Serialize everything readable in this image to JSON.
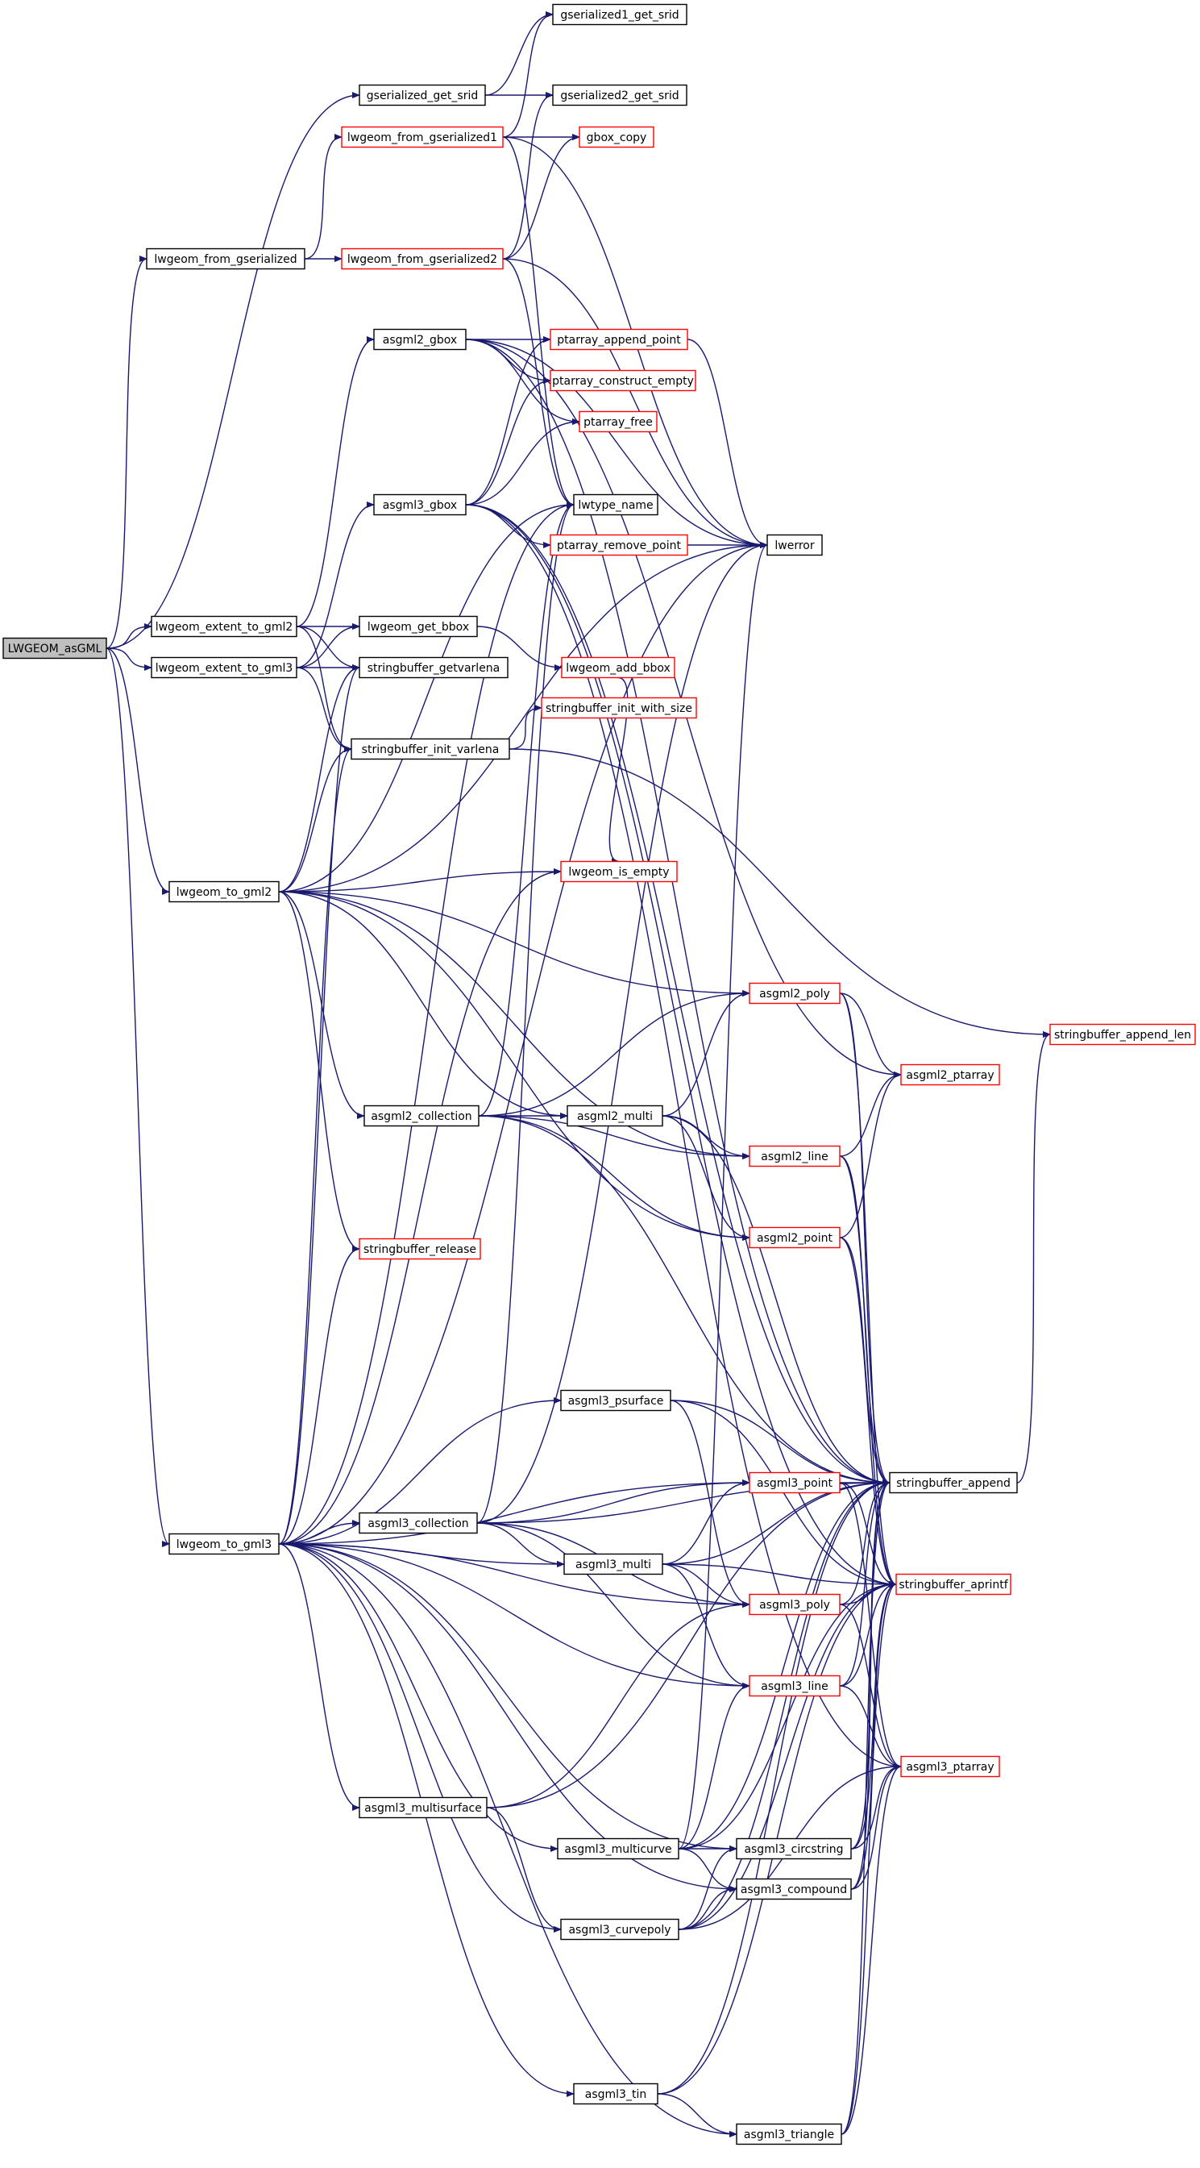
{
  "colors": {
    "edge": "#191970",
    "node_border": "#000000",
    "node_fill": "#ffffff",
    "linked_node_border": "#ff0000",
    "root_fill": "#bfbfbf"
  },
  "graph": {
    "nodes": [
      {
        "id": "lwgeom_asgml",
        "label": "LWGEOM_asGML",
        "style": "root"
      },
      {
        "id": "gserialized_get_srid",
        "label": "gserialized_get_srid",
        "style": "plain"
      },
      {
        "id": "gserialized1_get_srid",
        "label": "gserialized1_get_srid",
        "style": "plain"
      },
      {
        "id": "gserialized2_get_srid",
        "label": "gserialized2_get_srid",
        "style": "plain"
      },
      {
        "id": "lwgeom_from_gserialized1",
        "label": "lwgeom_from_gserialized1",
        "style": "linked"
      },
      {
        "id": "gbox_copy",
        "label": "gbox_copy",
        "style": "linked"
      },
      {
        "id": "lwgeom_from_gserialized",
        "label": "lwgeom_from_gserialized",
        "style": "plain"
      },
      {
        "id": "lwgeom_from_gserialized2",
        "label": "lwgeom_from_gserialized2",
        "style": "linked"
      },
      {
        "id": "asgml2_gbox",
        "label": "asgml2_gbox",
        "style": "plain"
      },
      {
        "id": "ptarray_append_point",
        "label": "ptarray_append_point",
        "style": "linked"
      },
      {
        "id": "ptarray_construct_empty",
        "label": "ptarray_construct_empty",
        "style": "linked"
      },
      {
        "id": "ptarray_free",
        "label": "ptarray_free",
        "style": "linked"
      },
      {
        "id": "asgml3_gbox",
        "label": "asgml3_gbox",
        "style": "plain"
      },
      {
        "id": "lwtype_name",
        "label": "lwtype_name",
        "style": "plain"
      },
      {
        "id": "ptarray_remove_point",
        "label": "ptarray_remove_point",
        "style": "linked"
      },
      {
        "id": "lwerror",
        "label": "lwerror",
        "style": "plain"
      },
      {
        "id": "lwgeom_extent_to_gml2",
        "label": "lwgeom_extent_to_gml2",
        "style": "plain"
      },
      {
        "id": "lwgeom_extent_to_gml3",
        "label": "lwgeom_extent_to_gml3",
        "style": "plain"
      },
      {
        "id": "lwgeom_get_bbox",
        "label": "lwgeom_get_bbox",
        "style": "plain"
      },
      {
        "id": "stringbuffer_getvarlena",
        "label": "stringbuffer_getvarlena",
        "style": "plain"
      },
      {
        "id": "lwgeom_add_bbox",
        "label": "lwgeom_add_bbox",
        "style": "linked"
      },
      {
        "id": "stringbuffer_init_with_size",
        "label": "stringbuffer_init_with_size",
        "style": "linked"
      },
      {
        "id": "stringbuffer_init_varlena",
        "label": "stringbuffer_init_varlena",
        "style": "plain"
      },
      {
        "id": "lwgeom_to_gml2",
        "label": "lwgeom_to_gml2",
        "style": "plain"
      },
      {
        "id": "lwgeom_is_empty",
        "label": "lwgeom_is_empty",
        "style": "linked"
      },
      {
        "id": "asgml2_poly",
        "label": "asgml2_poly",
        "style": "linked"
      },
      {
        "id": "stringbuffer_append_len",
        "label": "stringbuffer_append_len",
        "style": "linked"
      },
      {
        "id": "asgml2_ptarray",
        "label": "asgml2_ptarray",
        "style": "linked"
      },
      {
        "id": "asgml2_collection",
        "label": "asgml2_collection",
        "style": "plain"
      },
      {
        "id": "asgml2_multi",
        "label": "asgml2_multi",
        "style": "plain"
      },
      {
        "id": "asgml2_line",
        "label": "asgml2_line",
        "style": "linked"
      },
      {
        "id": "asgml2_point",
        "label": "asgml2_point",
        "style": "linked"
      },
      {
        "id": "stringbuffer_release",
        "label": "stringbuffer_release",
        "style": "linked"
      },
      {
        "id": "asgml3_psurface",
        "label": "asgml3_psurface",
        "style": "plain"
      },
      {
        "id": "stringbuffer_append",
        "label": "stringbuffer_append",
        "style": "plain"
      },
      {
        "id": "asgml3_point",
        "label": "asgml3_point",
        "style": "linked"
      },
      {
        "id": "lwgeom_to_gml3",
        "label": "lwgeom_to_gml3",
        "style": "plain"
      },
      {
        "id": "asgml3_collection",
        "label": "asgml3_collection",
        "style": "plain"
      },
      {
        "id": "stringbuffer_aprintf",
        "label": "stringbuffer_aprintf",
        "style": "linked"
      },
      {
        "id": "asgml3_multi",
        "label": "asgml3_multi",
        "style": "plain"
      },
      {
        "id": "asgml3_poly",
        "label": "asgml3_poly",
        "style": "linked"
      },
      {
        "id": "asgml3_line",
        "label": "asgml3_line",
        "style": "linked"
      },
      {
        "id": "asgml3_ptarray",
        "label": "asgml3_ptarray",
        "style": "linked"
      },
      {
        "id": "asgml3_multisurface",
        "label": "asgml3_multisurface",
        "style": "plain"
      },
      {
        "id": "asgml3_multicurve",
        "label": "asgml3_multicurve",
        "style": "plain"
      },
      {
        "id": "asgml3_circstring",
        "label": "asgml3_circstring",
        "style": "plain"
      },
      {
        "id": "asgml3_compound",
        "label": "asgml3_compound",
        "style": "plain"
      },
      {
        "id": "asgml3_curvepoly",
        "label": "asgml3_curvepoly",
        "style": "plain"
      },
      {
        "id": "asgml3_tin",
        "label": "asgml3_tin",
        "style": "plain"
      },
      {
        "id": "asgml3_triangle",
        "label": "asgml3_triangle",
        "style": "plain"
      }
    ],
    "edges": [
      [
        "lwgeom_asgml",
        "gserialized_get_srid"
      ],
      [
        "lwgeom_asgml",
        "lwgeom_from_gserialized"
      ],
      [
        "lwgeom_asgml",
        "lwgeom_extent_to_gml2"
      ],
      [
        "lwgeom_asgml",
        "lwgeom_extent_to_gml3"
      ],
      [
        "lwgeom_asgml",
        "lwgeom_to_gml2"
      ],
      [
        "lwgeom_asgml",
        "lwgeom_to_gml3"
      ],
      [
        "gserialized_get_srid",
        "gserialized1_get_srid"
      ],
      [
        "gserialized_get_srid",
        "gserialized2_get_srid"
      ],
      [
        "lwgeom_from_gserialized",
        "lwgeom_from_gserialized1"
      ],
      [
        "lwgeom_from_gserialized",
        "lwgeom_from_gserialized2"
      ],
      [
        "lwgeom_from_gserialized1",
        "gserialized1_get_srid"
      ],
      [
        "lwgeom_from_gserialized1",
        "gbox_copy"
      ],
      [
        "lwgeom_from_gserialized1",
        "lwtype_name"
      ],
      [
        "lwgeom_from_gserialized1",
        "lwerror"
      ],
      [
        "lwgeom_from_gserialized2",
        "gserialized2_get_srid"
      ],
      [
        "lwgeom_from_gserialized2",
        "gbox_copy"
      ],
      [
        "lwgeom_from_gserialized2",
        "lwtype_name"
      ],
      [
        "lwgeom_from_gserialized2",
        "lwerror"
      ],
      [
        "lwgeom_extent_to_gml2",
        "asgml2_gbox"
      ],
      [
        "lwgeom_extent_to_gml2",
        "lwgeom_get_bbox"
      ],
      [
        "lwgeom_extent_to_gml2",
        "stringbuffer_getvarlena"
      ],
      [
        "lwgeom_extent_to_gml2",
        "stringbuffer_init_varlena"
      ],
      [
        "lwgeom_extent_to_gml3",
        "asgml3_gbox"
      ],
      [
        "lwgeom_extent_to_gml3",
        "lwgeom_get_bbox"
      ],
      [
        "lwgeom_extent_to_gml3",
        "stringbuffer_getvarlena"
      ],
      [
        "lwgeom_extent_to_gml3",
        "stringbuffer_init_varlena"
      ],
      [
        "lwgeom_get_bbox",
        "lwgeom_add_bbox"
      ],
      [
        "lwgeom_add_bbox",
        "lwgeom_is_empty"
      ],
      [
        "stringbuffer_init_varlena",
        "stringbuffer_init_with_size"
      ],
      [
        "stringbuffer_init_varlena",
        "stringbuffer_append_len"
      ],
      [
        "asgml2_gbox",
        "ptarray_append_point"
      ],
      [
        "asgml2_gbox",
        "ptarray_construct_empty"
      ],
      [
        "asgml2_gbox",
        "ptarray_free"
      ],
      [
        "asgml2_gbox",
        "asgml2_ptarray"
      ],
      [
        "asgml2_gbox",
        "stringbuffer_append"
      ],
      [
        "asgml2_gbox",
        "lwerror"
      ],
      [
        "asgml3_gbox",
        "ptarray_append_point"
      ],
      [
        "asgml3_gbox",
        "ptarray_construct_empty"
      ],
      [
        "asgml3_gbox",
        "ptarray_free"
      ],
      [
        "asgml3_gbox",
        "ptarray_remove_point"
      ],
      [
        "asgml3_gbox",
        "asgml3_ptarray"
      ],
      [
        "asgml3_gbox",
        "stringbuffer_append"
      ],
      [
        "asgml3_gbox",
        "stringbuffer_aprintf"
      ],
      [
        "ptarray_append_point",
        "lwerror"
      ],
      [
        "ptarray_remove_point",
        "lwerror"
      ],
      [
        "lwgeom_to_gml2",
        "stringbuffer_init_varlena"
      ],
      [
        "lwgeom_to_gml2",
        "stringbuffer_getvarlena"
      ],
      [
        "lwgeom_to_gml2",
        "lwtype_name"
      ],
      [
        "lwgeom_to_gml2",
        "lwerror"
      ],
      [
        "lwgeom_to_gml2",
        "lwgeom_is_empty"
      ],
      [
        "lwgeom_to_gml2",
        "asgml2_poly"
      ],
      [
        "lwgeom_to_gml2",
        "asgml2_collection"
      ],
      [
        "lwgeom_to_gml2",
        "asgml2_multi"
      ],
      [
        "lwgeom_to_gml2",
        "asgml2_line"
      ],
      [
        "lwgeom_to_gml2",
        "asgml2_point"
      ],
      [
        "lwgeom_to_gml2",
        "stringbuffer_release"
      ],
      [
        "asgml2_collection",
        "asgml2_multi"
      ],
      [
        "asgml2_collection",
        "asgml2_poly"
      ],
      [
        "asgml2_collection",
        "asgml2_line"
      ],
      [
        "asgml2_collection",
        "asgml2_point"
      ],
      [
        "asgml2_collection",
        "stringbuffer_append"
      ],
      [
        "asgml2_collection",
        "lwtype_name"
      ],
      [
        "asgml2_multi",
        "asgml2_poly"
      ],
      [
        "asgml2_multi",
        "asgml2_line"
      ],
      [
        "asgml2_multi",
        "asgml2_point"
      ],
      [
        "asgml2_multi",
        "stringbuffer_append"
      ],
      [
        "asgml2_poly",
        "asgml2_ptarray"
      ],
      [
        "asgml2_poly",
        "stringbuffer_append"
      ],
      [
        "asgml2_poly",
        "stringbuffer_aprintf"
      ],
      [
        "asgml2_line",
        "asgml2_ptarray"
      ],
      [
        "asgml2_line",
        "stringbuffer_append"
      ],
      [
        "asgml2_line",
        "stringbuffer_aprintf"
      ],
      [
        "asgml2_point",
        "asgml2_ptarray"
      ],
      [
        "asgml2_point",
        "stringbuffer_append"
      ],
      [
        "asgml2_point",
        "stringbuffer_aprintf"
      ],
      [
        "stringbuffer_append",
        "stringbuffer_append_len"
      ],
      [
        "lwgeom_to_gml3",
        "stringbuffer_init_varlena"
      ],
      [
        "lwgeom_to_gml3",
        "stringbuffer_getvarlena"
      ],
      [
        "lwgeom_to_gml3",
        "lwtype_name"
      ],
      [
        "lwgeom_to_gml3",
        "lwerror"
      ],
      [
        "lwgeom_to_gml3",
        "lwgeom_is_empty"
      ],
      [
        "lwgeom_to_gml3",
        "stringbuffer_release"
      ],
      [
        "lwgeom_to_gml3",
        "asgml3_psurface"
      ],
      [
        "lwgeom_to_gml3",
        "asgml3_point"
      ],
      [
        "lwgeom_to_gml3",
        "asgml3_collection"
      ],
      [
        "lwgeom_to_gml3",
        "asgml3_multi"
      ],
      [
        "lwgeom_to_gml3",
        "asgml3_poly"
      ],
      [
        "lwgeom_to_gml3",
        "asgml3_line"
      ],
      [
        "lwgeom_to_gml3",
        "asgml3_multisurface"
      ],
      [
        "lwgeom_to_gml3",
        "asgml3_multicurve"
      ],
      [
        "lwgeom_to_gml3",
        "asgml3_circstring"
      ],
      [
        "lwgeom_to_gml3",
        "asgml3_compound"
      ],
      [
        "lwgeom_to_gml3",
        "asgml3_curvepoly"
      ],
      [
        "lwgeom_to_gml3",
        "asgml3_tin"
      ],
      [
        "lwgeom_to_gml3",
        "asgml3_triangle"
      ],
      [
        "asgml3_collection",
        "asgml3_point"
      ],
      [
        "asgml3_collection",
        "asgml3_multi"
      ],
      [
        "asgml3_collection",
        "asgml3_poly"
      ],
      [
        "asgml3_collection",
        "asgml3_line"
      ],
      [
        "asgml3_collection",
        "stringbuffer_append"
      ],
      [
        "asgml3_collection",
        "lwtype_name"
      ],
      [
        "asgml3_collection",
        "lwerror"
      ],
      [
        "asgml3_multi",
        "asgml3_point"
      ],
      [
        "asgml3_multi",
        "asgml3_poly"
      ],
      [
        "asgml3_multi",
        "asgml3_line"
      ],
      [
        "asgml3_multi",
        "stringbuffer_append"
      ],
      [
        "asgml3_multi",
        "stringbuffer_aprintf"
      ],
      [
        "asgml3_psurface",
        "asgml3_poly"
      ],
      [
        "asgml3_psurface",
        "stringbuffer_append"
      ],
      [
        "asgml3_psurface",
        "stringbuffer_aprintf"
      ],
      [
        "asgml3_point",
        "asgml3_ptarray"
      ],
      [
        "asgml3_point",
        "stringbuffer_append"
      ],
      [
        "asgml3_point",
        "stringbuffer_aprintf"
      ],
      [
        "asgml3_poly",
        "asgml3_ptarray"
      ],
      [
        "asgml3_poly",
        "stringbuffer_append"
      ],
      [
        "asgml3_poly",
        "stringbuffer_aprintf"
      ],
      [
        "asgml3_line",
        "asgml3_ptarray"
      ],
      [
        "asgml3_line",
        "stringbuffer_append"
      ],
      [
        "asgml3_line",
        "stringbuffer_aprintf"
      ],
      [
        "asgml3_multisurface",
        "asgml3_poly"
      ],
      [
        "asgml3_multisurface",
        "asgml3_curvepoly"
      ],
      [
        "asgml3_multisurface",
        "stringbuffer_append"
      ],
      [
        "asgml3_multicurve",
        "asgml3_line"
      ],
      [
        "asgml3_multicurve",
        "asgml3_circstring"
      ],
      [
        "asgml3_multicurve",
        "asgml3_compound"
      ],
      [
        "asgml3_multicurve",
        "stringbuffer_append"
      ],
      [
        "asgml3_multicurve",
        "stringbuffer_aprintf"
      ],
      [
        "asgml3_multicurve",
        "lwerror"
      ],
      [
        "asgml3_curvepoly",
        "asgml3_circstring"
      ],
      [
        "asgml3_curvepoly",
        "asgml3_compound"
      ],
      [
        "asgml3_curvepoly",
        "asgml3_ptarray"
      ],
      [
        "asgml3_curvepoly",
        "stringbuffer_append"
      ],
      [
        "asgml3_curvepoly",
        "stringbuffer_aprintf"
      ],
      [
        "asgml3_circstring",
        "asgml3_ptarray"
      ],
      [
        "asgml3_circstring",
        "stringbuffer_append"
      ],
      [
        "asgml3_circstring",
        "stringbuffer_aprintf"
      ],
      [
        "asgml3_compound",
        "asgml3_ptarray"
      ],
      [
        "asgml3_compound",
        "stringbuffer_append"
      ],
      [
        "asgml3_compound",
        "stringbuffer_aprintf"
      ],
      [
        "asgml3_tin",
        "asgml3_triangle"
      ],
      [
        "asgml3_tin",
        "stringbuffer_append"
      ],
      [
        "asgml3_tin",
        "stringbuffer_aprintf"
      ],
      [
        "asgml3_triangle",
        "asgml3_ptarray"
      ],
      [
        "asgml3_triangle",
        "stringbuffer_append"
      ],
      [
        "asgml3_triangle",
        "stringbuffer_aprintf"
      ]
    ]
  }
}
